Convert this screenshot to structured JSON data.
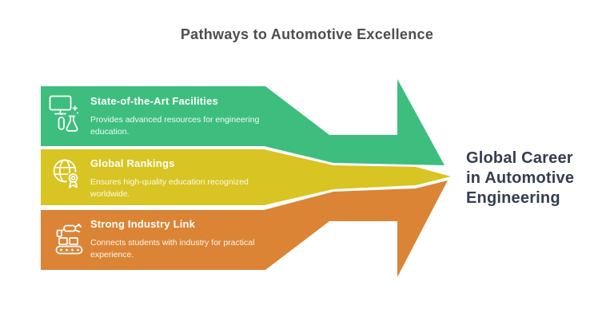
{
  "title": "Pathways to Automotive Excellence",
  "colors": {
    "green": "#3ebe7e",
    "yellow": "#d8c422",
    "orange": "#db8435",
    "band_text": "#ffffff",
    "outcome_text": "#333e52",
    "title_text": "#4d4d4d",
    "background": "#ffffff"
  },
  "pathways": [
    {
      "icon": "monitor-flask-icon",
      "title": "State-of-the-Art Facilities",
      "description": "Provides advanced resources for engineering education."
    },
    {
      "icon": "globe-award-icon",
      "title": "Global Rankings",
      "description": "Ensures high-quality education recognized worldwide."
    },
    {
      "icon": "robotic-arm-conveyor-icon",
      "title": "Strong Industry Link",
      "description": "Connects students with industry for practical experience."
    }
  ],
  "outcome": {
    "label": "Global Career in Automotive Engineering",
    "lines": [
      "Global Career",
      "in Automotive",
      "Engineering"
    ]
  }
}
